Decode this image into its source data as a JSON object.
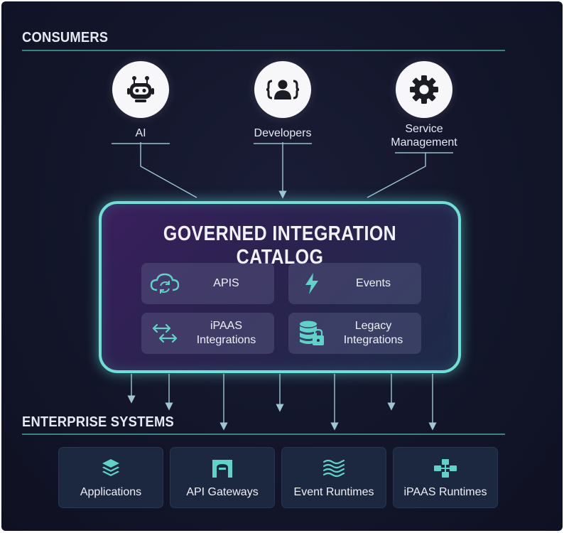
{
  "consumers": {
    "title": "CONSUMERS",
    "items": [
      {
        "label": "AI",
        "icon": "robot-icon"
      },
      {
        "label": "Developers",
        "icon": "developer-icon"
      },
      {
        "label": "Service Management",
        "icon": "gear-icon"
      }
    ]
  },
  "catalog": {
    "title": "GOVERNED INTEGRATION CATALOG",
    "items": [
      {
        "label": "APIS",
        "icon": "cloud-sync-icon"
      },
      {
        "label": "Events",
        "icon": "lightning-icon"
      },
      {
        "label": "iPAAS Integrations",
        "icon": "swap-arrows-icon"
      },
      {
        "label": "Legacy Integrations",
        "icon": "database-lock-icon"
      }
    ]
  },
  "enterprise": {
    "title": "ENTERPRISE SYSTEMS",
    "items": [
      {
        "label": "Applications",
        "icon": "layers-icon"
      },
      {
        "label": "API Gateways",
        "icon": "gateway-icon"
      },
      {
        "label": "Event Runtimes",
        "icon": "waves-icon"
      },
      {
        "label": "iPAAS Runtimes",
        "icon": "network-icon"
      }
    ]
  },
  "colors": {
    "accent": "#6ee0d6",
    "icon_teal": "#5fd3c8",
    "background": "#13162a"
  }
}
